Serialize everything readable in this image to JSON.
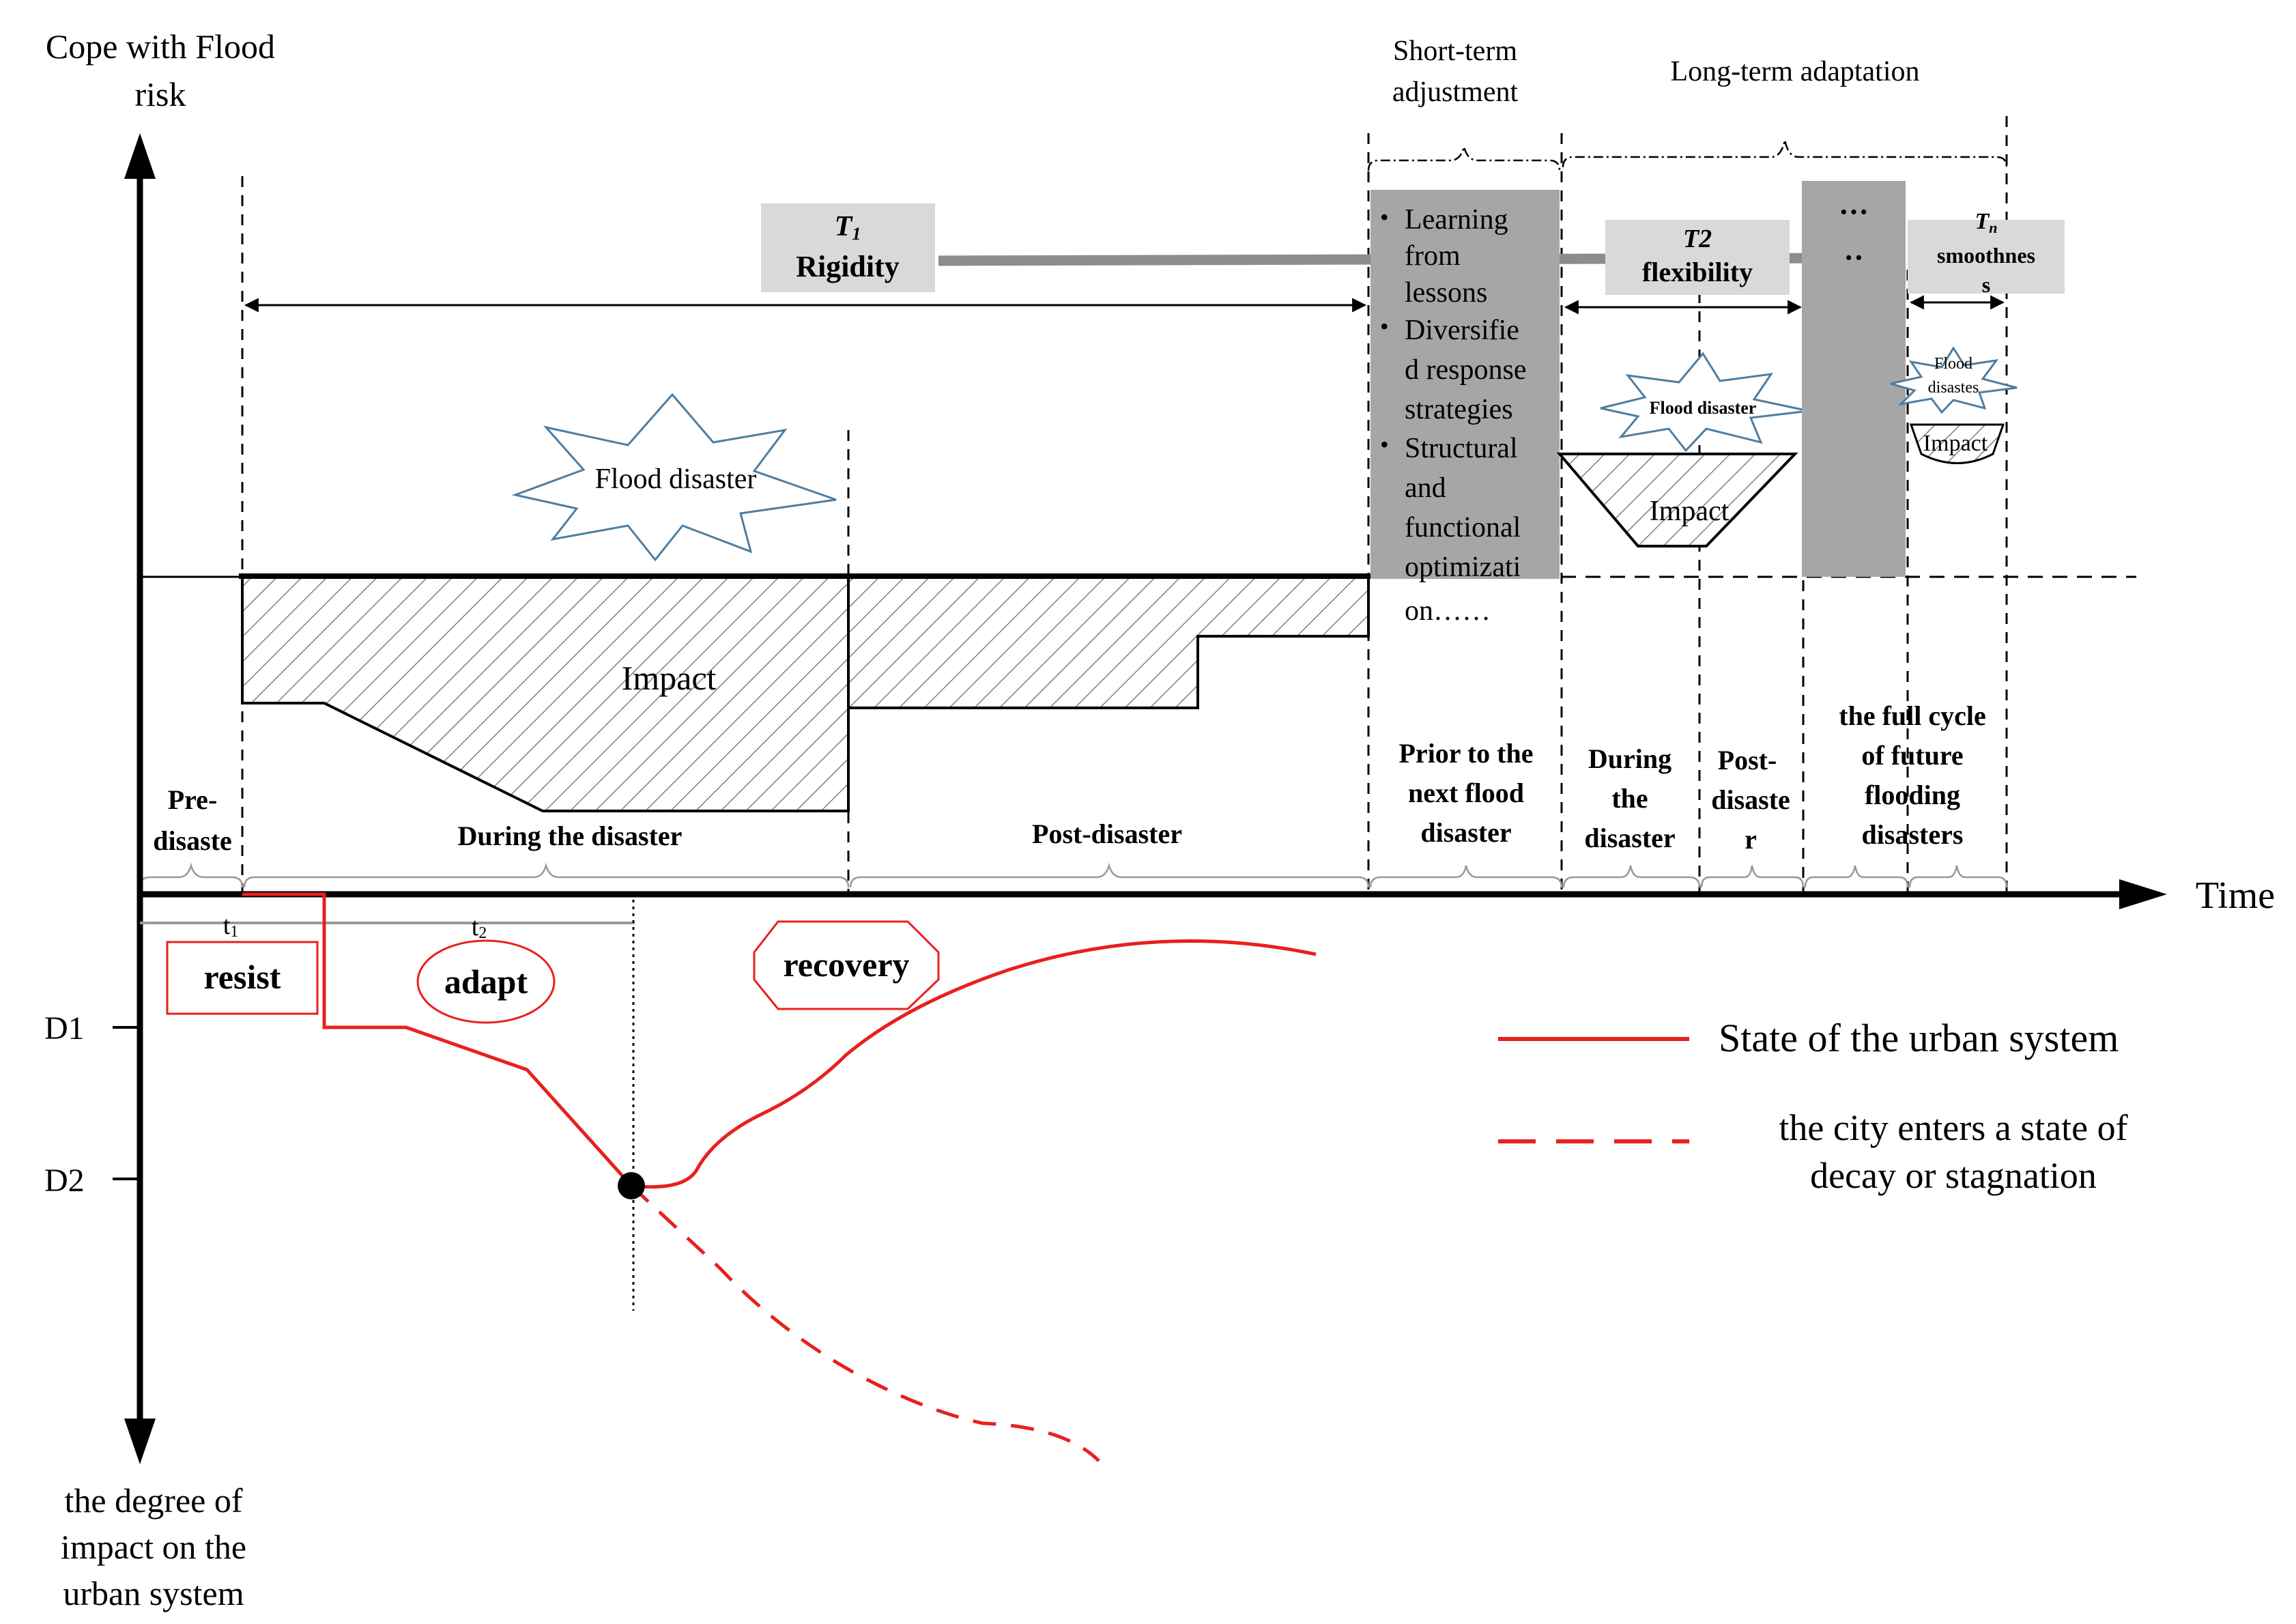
{
  "axes": {
    "y_top": [
      "Cope with Flood",
      "risk"
    ],
    "y_bottom": [
      "the degree of",
      "impact on the",
      "urban system"
    ],
    "x": "Time",
    "d1": "D1",
    "d2": "D2"
  },
  "headers": {
    "short_term": [
      "Short-term",
      "adjustment"
    ],
    "long_term": "Long-term adaptation"
  },
  "stages": {
    "t1": "T",
    "t1_sub": "1",
    "t1_label": "Rigidity",
    "t2": "T2",
    "t2_label": "flexibility",
    "tn": "T",
    "tn_sub": "n",
    "tn_label": [
      "smoothnes",
      "s"
    ],
    "dots": [
      "···",
      "··"
    ]
  },
  "learning": {
    "bullet": "•",
    "item1": [
      "Learning",
      "from",
      "lessons"
    ],
    "item2": [
      "Diversifie",
      "d response",
      "strategies"
    ],
    "item3": [
      "Structural",
      "and",
      "functional",
      "optimizati",
      "on……"
    ]
  },
  "disasters": {
    "main": "Flood disaster",
    "second": "Flood disaster",
    "third": [
      "Flood",
      "disastes"
    ]
  },
  "impacts": {
    "main": "Impact",
    "second": "Impact",
    "third": "Impact"
  },
  "phases": {
    "pre": [
      "Pre-",
      "disaste"
    ],
    "during": "During the disaster",
    "post": "Post-disaster",
    "prior": [
      "Prior to the",
      "next flood",
      "disaster"
    ],
    "during2": [
      "During",
      "the",
      "disaster"
    ],
    "post2": [
      "Post-",
      "disaste",
      "r"
    ],
    "full": [
      "the full cycle",
      "of future",
      "flooding",
      "disasters"
    ]
  },
  "timepoints": {
    "t1": "t",
    "t1_sub": "1",
    "t2": "t",
    "t2_sub": "2"
  },
  "actions": {
    "resist": "resist",
    "adapt": "adapt",
    "recovery": "recovery"
  },
  "legend": {
    "solid": "State of the urban system",
    "dashed": [
      "the city enters a state of",
      "decay or stagnation"
    ]
  },
  "colors": {
    "state_line": "#e8201e",
    "stage_box": "#d9d9d9",
    "learning_box": "#a6a6a6",
    "star_outline": "#4f7da0",
    "arrow_gray": "#8c8c8c"
  }
}
